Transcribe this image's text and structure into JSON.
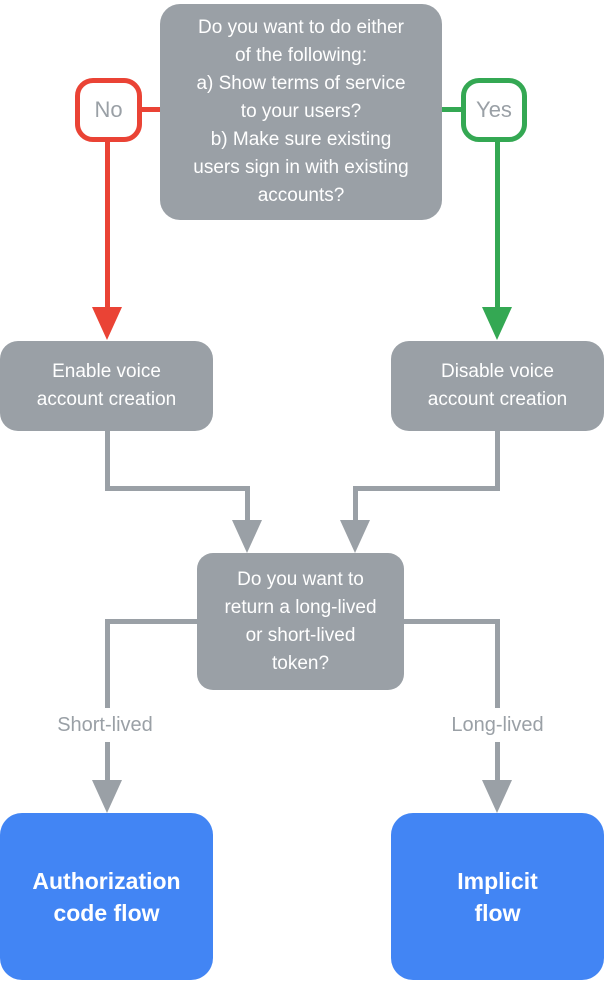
{
  "colors": {
    "gray": "#9AA0A6",
    "red": "#EA4335",
    "green": "#34A853",
    "blue": "#4285F4",
    "white": "#FFFFFF"
  },
  "flowchart": {
    "top_question": "Do you want to do either\nof the following:\na) Show terms of service\nto your users?\nb) Make sure existing\nusers sign in with existing\naccounts?",
    "no_label": "No",
    "yes_label": "Yes",
    "enable_box": "Enable voice\naccount creation",
    "disable_box": "Disable voice\naccount creation",
    "token_question": "Do you want to\nreturn a long-lived\nor short-lived\ntoken?",
    "short_lived_label": "Short-lived",
    "long_lived_label": "Long-lived",
    "auth_code_box": "Authorization\ncode flow",
    "implicit_box": "Implicit\nflow"
  }
}
